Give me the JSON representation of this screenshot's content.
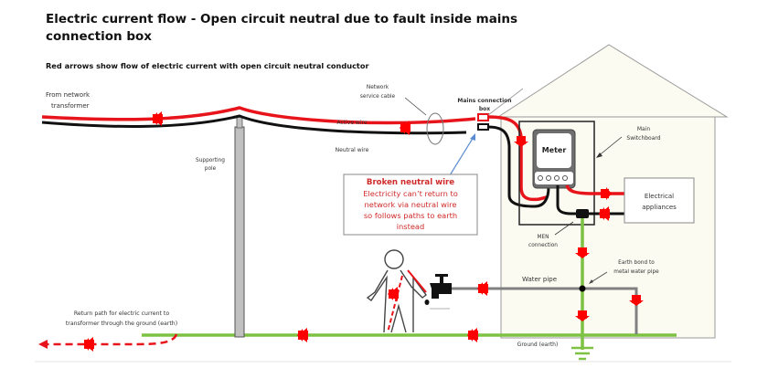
{
  "title": "Electric current flow - Open circuit neutral due to fault inside mains connection box",
  "subtitle": "Red arrows show flow of electric current with open circuit neutral conductor",
  "labels": {
    "from_network_1": "From network",
    "from_network_2": "transformer",
    "supporting_pole_1": "Supporting",
    "supporting_pole_2": "pole",
    "network_service_cable_1": "Network",
    "network_service_cable_2": "service cable",
    "mains_connection_box_1": "Mains connection",
    "mains_connection_box_2": "box",
    "active_wire": "Active wire",
    "neutral_wire": "Neutral wire",
    "meter": "Meter",
    "main_switchboard_1": "Main",
    "main_switchboard_2": "Switchboard",
    "electrical_appliances_1": "Electrical",
    "electrical_appliances_2": "appliances",
    "men_connection_1": "MEN",
    "men_connection_2": "connection",
    "earth_bond_1": "Earth bond to",
    "earth_bond_2": "metal water pipe",
    "water_pipe": "Water pipe",
    "ground": "Ground (earth)",
    "return_path_1": "Return path for electric current to",
    "return_path_2": "transformer through the ground (earth)"
  },
  "callout": {
    "heading": "Broken neutral wire",
    "line1": "Electricity can’t return to",
    "line2": "network via neutral wire",
    "line3": "so follows paths to earth",
    "line4": "instead"
  },
  "colors": {
    "active": "#e8141b",
    "neutral": "#111111",
    "earth": "#7dc242",
    "pipe": "#808080",
    "arrow": "#ff0000",
    "callout_text": "#d02a2a",
    "house_fill": "#fbfbf1"
  }
}
